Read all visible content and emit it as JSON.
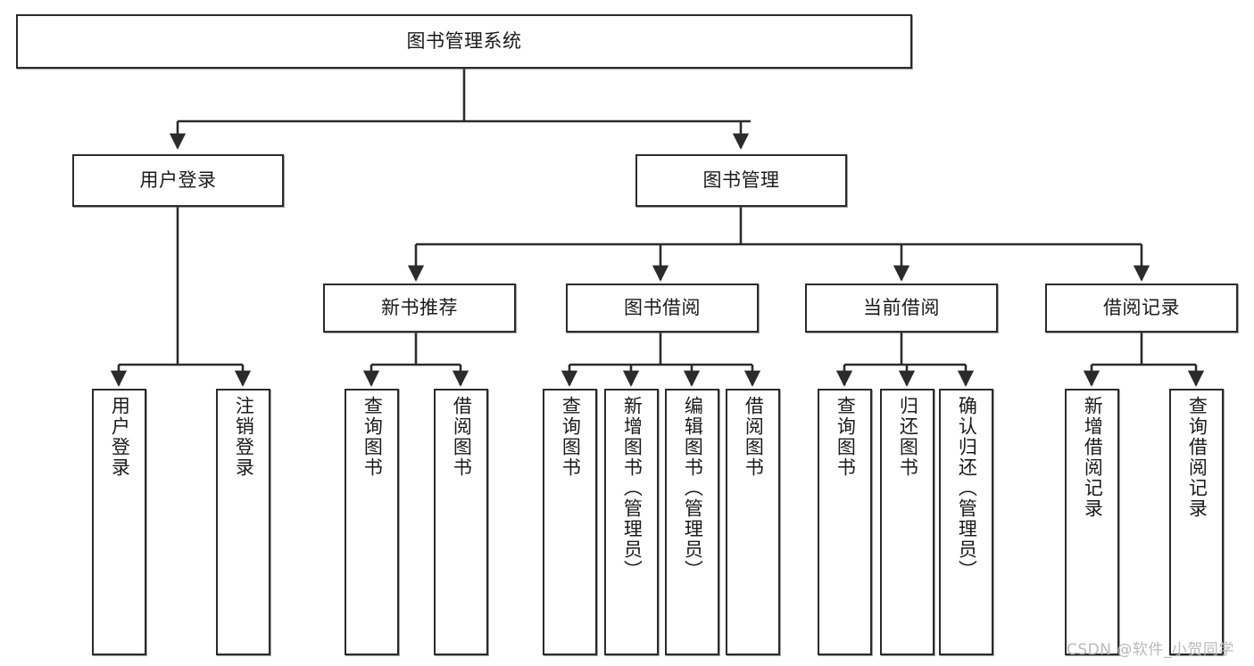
{
  "diagram": {
    "title": "图书管理系统",
    "type": "功能结构图",
    "watermark": "CSDN @软件_小贺同学",
    "colors": {
      "box_border": "#2b2b2b",
      "box_fill": "#ffffff",
      "connector": "#2b2b2b",
      "text": "#1a1a1a",
      "watermark": "#b9b9b9",
      "background": "#ffffff"
    },
    "nodes": {
      "root": {
        "label": "图书管理系统"
      },
      "level1": [
        {
          "id": "user-login",
          "label": "用户登录"
        },
        {
          "id": "book-manage",
          "label": "图书管理"
        }
      ],
      "level2": [
        {
          "id": "new-book-recommend",
          "label": "新书推荐"
        },
        {
          "id": "book-borrow",
          "label": "图书借阅"
        },
        {
          "id": "current-borrow",
          "label": "当前借阅"
        },
        {
          "id": "borrow-record",
          "label": "借阅记录"
        }
      ],
      "leaves": {
        "user_login": [
          {
            "id": "leaf-user-login",
            "label": "用户登录"
          },
          {
            "id": "leaf-logout-login",
            "label": "注销登录"
          }
        ],
        "new_book_recommend": [
          {
            "id": "leaf-query-book-1",
            "label": "查询图书"
          },
          {
            "id": "leaf-borrow-book-1",
            "label": "借阅图书"
          }
        ],
        "book_borrow": [
          {
            "id": "leaf-query-book-2",
            "label": "查询图书"
          },
          {
            "id": "leaf-add-book",
            "label": "新增图书（管理员）"
          },
          {
            "id": "leaf-edit-book",
            "label": "编辑图书（管理员）"
          },
          {
            "id": "leaf-borrow-book-2",
            "label": "借阅图书"
          }
        ],
        "current_borrow": [
          {
            "id": "leaf-query-book-3",
            "label": "查询图书"
          },
          {
            "id": "leaf-return-book",
            "label": "归还图书"
          },
          {
            "id": "leaf-confirm-return",
            "label": "确认归还（管理员）"
          }
        ],
        "borrow_record": [
          {
            "id": "leaf-add-record",
            "label": "新增借阅记录"
          },
          {
            "id": "leaf-query-record",
            "label": "查询借阅记录"
          }
        ]
      }
    },
    "edges": [
      {
        "from": "图书管理系统",
        "to": "用户登录"
      },
      {
        "from": "图书管理系统",
        "to": "图书管理"
      },
      {
        "from": "用户登录",
        "to": "用户登录"
      },
      {
        "from": "用户登录",
        "to": "注销登录"
      },
      {
        "from": "图书管理",
        "to": "新书推荐"
      },
      {
        "from": "图书管理",
        "to": "图书借阅"
      },
      {
        "from": "图书管理",
        "to": "当前借阅"
      },
      {
        "from": "图书管理",
        "to": "借阅记录"
      },
      {
        "from": "新书推荐",
        "to": "查询图书"
      },
      {
        "from": "新书推荐",
        "to": "借阅图书"
      },
      {
        "from": "图书借阅",
        "to": "查询图书"
      },
      {
        "from": "图书借阅",
        "to": "新增图书（管理员）"
      },
      {
        "from": "图书借阅",
        "to": "编辑图书（管理员）"
      },
      {
        "from": "图书借阅",
        "to": "借阅图书"
      },
      {
        "from": "当前借阅",
        "to": "查询图书"
      },
      {
        "from": "当前借阅",
        "to": "归还图书"
      },
      {
        "from": "当前借阅",
        "to": "确认归还（管理员）"
      },
      {
        "from": "借阅记录",
        "to": "新增借阅记录"
      },
      {
        "from": "借阅记录",
        "to": "查询借阅记录"
      }
    ]
  }
}
